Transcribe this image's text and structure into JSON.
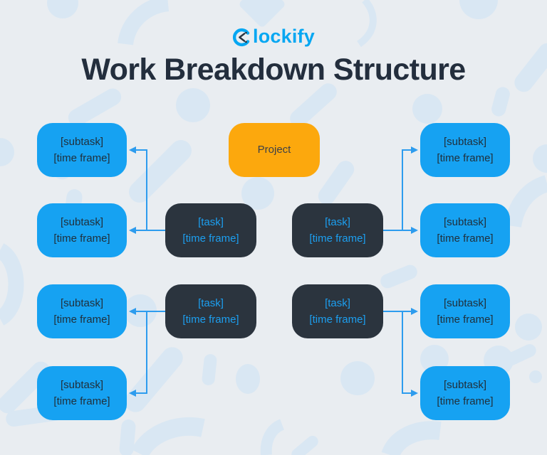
{
  "logo": {
    "brand": "Clockify",
    "wordmark_rest": "lockify"
  },
  "title": "Work Breakdown Structure",
  "colors": {
    "background": "#e9edf1",
    "decor_shapes": "#d9e7f3",
    "brand_blue": "#06a7f2",
    "subtask_box": "#16a2f2",
    "task_box": "#2b343e",
    "project_box": "#fca80d",
    "connector_line": "#2d9cee",
    "title_text": "#232e3d",
    "subtask_text": "#20303c",
    "task_text": "#1c9ff0"
  },
  "diagram": {
    "project": {
      "label": "Project"
    },
    "tasks": [
      {
        "line1": "[task]",
        "line2": "[time frame]"
      },
      {
        "line1": "[task]",
        "line2": "[time frame]"
      },
      {
        "line1": "[task]",
        "line2": "[time frame]"
      },
      {
        "line1": "[task]",
        "line2": "[time frame]"
      }
    ],
    "subtasks": [
      {
        "line1": "[subtask]",
        "line2": "[time frame]"
      },
      {
        "line1": "[subtask]",
        "line2": "[time frame]"
      },
      {
        "line1": "[subtask]",
        "line2": "[time frame]"
      },
      {
        "line1": "[subtask]",
        "line2": "[time frame]"
      },
      {
        "line1": "[subtask]",
        "line2": "[time frame]"
      },
      {
        "line1": "[subtask]",
        "line2": "[time frame]"
      },
      {
        "line1": "[subtask]",
        "line2": "[time frame]"
      },
      {
        "line1": "[subtask]",
        "line2": "[time frame]"
      }
    ]
  }
}
